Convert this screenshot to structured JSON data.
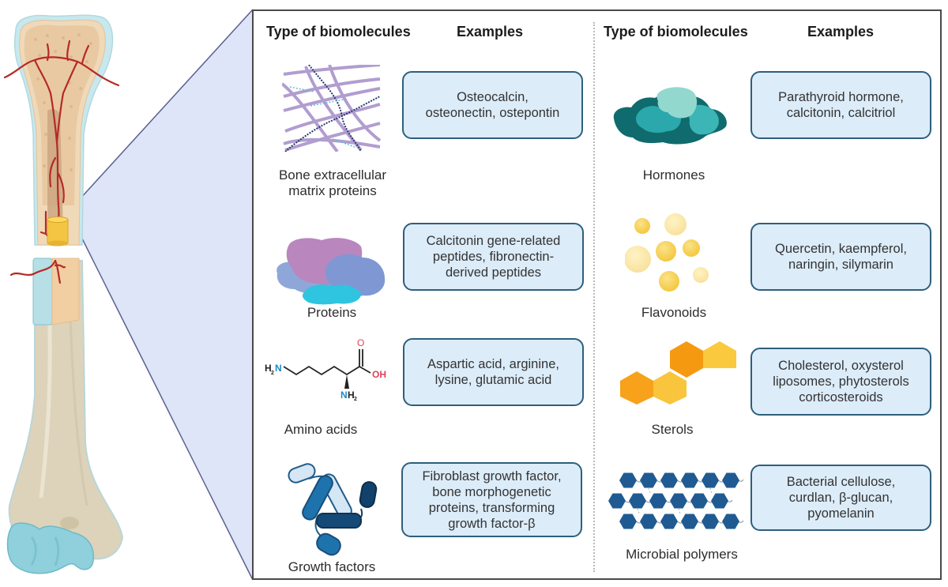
{
  "figure": {
    "left_illustration": "long-bone-cross-section",
    "colors": {
      "panel_border": "#4a4a4a",
      "example_box_fill": "#dcecf9",
      "example_box_border": "#2e5f7c",
      "wedge_fill": "#dfe5f8",
      "wedge_stroke": "#5a6090",
      "blood_vessel": "#b52a26",
      "bone_spongy": "#e8c9a2",
      "bone_shaft": "#ddd3bb",
      "cartilage": "#8fd0dc"
    }
  },
  "headers": {
    "left_type": "Type of biomolecules",
    "left_examples": "Examples",
    "right_type": "Type of biomolecules",
    "right_examples": "Examples"
  },
  "left_column": [
    {
      "type": "Bone extracellular\nmatrix proteins",
      "icon": "collagen-fibers-icon",
      "examples": "Osteocalcin,\nosteonectin, ostepontin"
    },
    {
      "type": "Proteins",
      "icon": "protein-complex-icon",
      "examples": "Calcitonin gene-related\npeptides, fibronectin-\nderived peptides"
    },
    {
      "type": "Amino acids",
      "icon": "lysine-structure-icon",
      "chem_labels": {
        "amine_left": "H₂N",
        "carbonyl_o": "O",
        "hydroxyl": "OH",
        "amine_bottom": "NH₂"
      },
      "examples": "Aspartic acid, arginine,\nlysine, glutamic acid"
    },
    {
      "type": "Growth factors",
      "icon": "growth-factor-icon",
      "examples": "Fibroblast growth factor,\nbone morphogenetic\nproteins, transforming\ngrowth factor-β"
    }
  ],
  "right_column": [
    {
      "type": "Hormones",
      "icon": "hormone-protein-icon",
      "examples": "Parathyroid hormone,\ncalcitonin, calcitriol"
    },
    {
      "type": "Flavonoids",
      "icon": "flavonoid-droplets-icon",
      "examples": "Quercetin, kaempferol,\nnaringin, silymarin"
    },
    {
      "type": "Sterols",
      "icon": "sterol-rings-icon",
      "examples": "Cholesterol, oxysterol\nliposomes, phytosterols\ncorticosteroids"
    },
    {
      "type": "Microbial polymers",
      "icon": "polysaccharide-chain-icon",
      "examples": "Bacterial cellulose,\ncurdlan, β-glucan,\npyomelanin"
    }
  ]
}
